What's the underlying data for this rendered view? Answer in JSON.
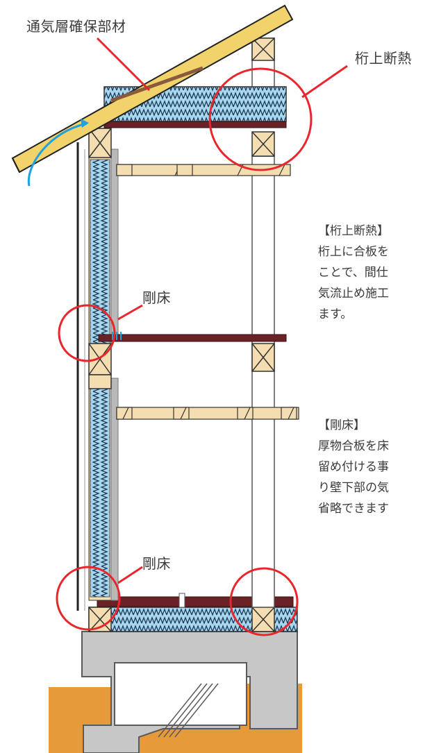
{
  "labels": {
    "vent_member": "通気層確保部材",
    "top_insulation": "桁上断熱",
    "rigid_floor_mid": "剛床",
    "rigid_floor_low": "剛床"
  },
  "notes": {
    "top_insulation": {
      "heading": "【桁上断熱】",
      "lines": [
        "桁上に合板を",
        "ことで、間仕",
        "気流止め施工",
        "ます。"
      ]
    },
    "rigid_floor": {
      "heading": "【剛床】",
      "lines": [
        "厚物合板を床",
        "留め付ける事",
        "り壁下部の気",
        "省略できます"
      ]
    }
  },
  "colors": {
    "callout_red": "#e8262b",
    "roof_yellow": "#f2d36b",
    "insulation_blue": "#a9d7ef",
    "beam_brown": "#6b2226",
    "timber_tan": "#f4ddb0",
    "concrete_gray": "#c8c8c8",
    "soil_orange": "#e79a3a",
    "airflow_blue": "#1ea3de"
  }
}
